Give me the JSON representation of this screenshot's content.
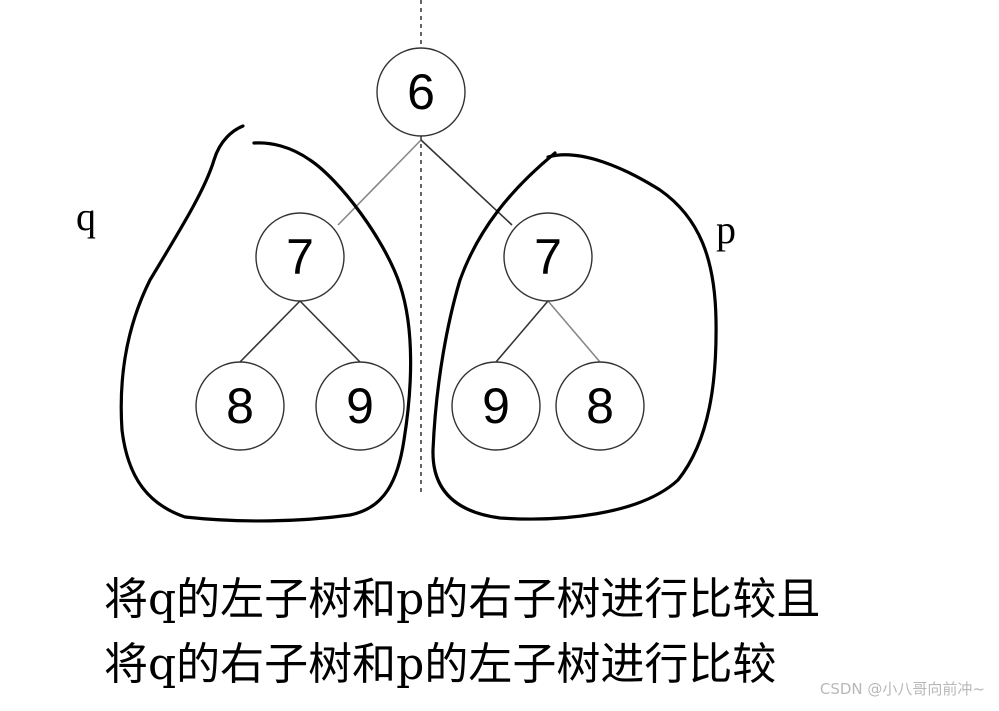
{
  "tree": {
    "root": {
      "label": "6"
    },
    "left": {
      "label": "7",
      "left": {
        "label": "8"
      },
      "right": {
        "label": "9"
      }
    },
    "right": {
      "label": "7",
      "left": {
        "label": "9"
      },
      "right": {
        "label": "8"
      }
    }
  },
  "region_labels": {
    "left": "q",
    "right": "p"
  },
  "caption": {
    "line1": "将q的左子树和p的右子树进行比较且",
    "line2": "将q的右子树和p的左子树进行比较"
  },
  "watermark": "CSDN @小八哥向前冲~",
  "colors": {
    "stroke": "#000000",
    "edge": "#888888",
    "watermark": "#b8b8b8"
  }
}
